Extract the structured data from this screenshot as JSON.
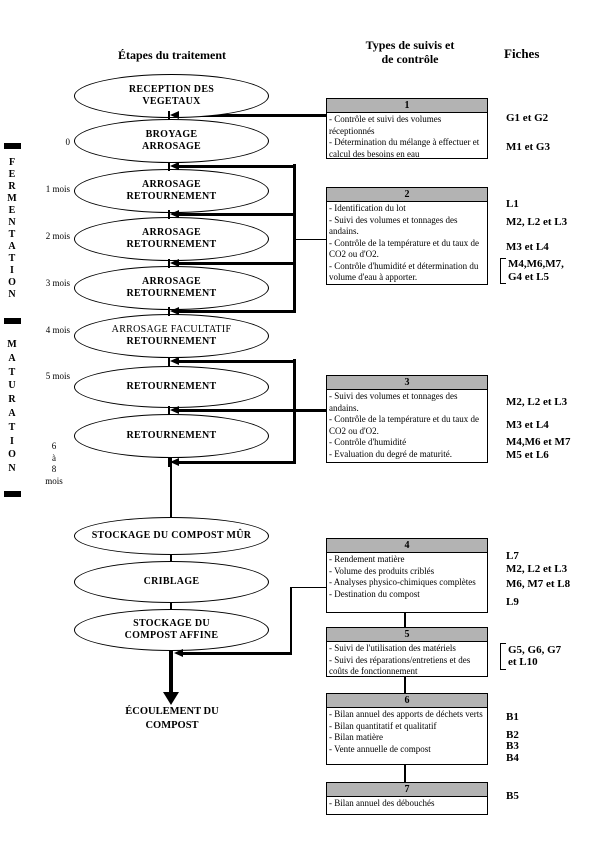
{
  "colors": {
    "header_gray": "#b3b3b3",
    "line": "#000000"
  },
  "headers": {
    "steps_title": "Étapes du traitement",
    "controls_title_line1": "Types de suivis et",
    "controls_title_line2": "de contrôle",
    "fiches_title": "Fiches"
  },
  "phases": {
    "fermentation": "FERMENTATION",
    "maturation": "MATURATION"
  },
  "timeline": [
    "0",
    "1 mois",
    "2 mois",
    "3 mois",
    "4 mois",
    "5 mois",
    "6\nà\n8\nmois"
  ],
  "flow": {
    "steps": [
      {
        "line1": "RECEPTION DES",
        "line2": "VEGETAUX"
      },
      {
        "line1": "BROYAGE",
        "line2": "ARROSAGE"
      },
      {
        "line1": "ARROSAGE",
        "line2": "RETOURNEMENT"
      },
      {
        "line1": "ARROSAGE",
        "line2": "RETOURNEMENT"
      },
      {
        "line1": "ARROSAGE",
        "line2": "RETOURNEMENT"
      },
      {
        "line1": "ARROSAGE FACULTATIF",
        "line2": "RETOURNEMENT"
      },
      {
        "line1": "RETOURNEMENT"
      },
      {
        "line1": "RETOURNEMENT"
      },
      {
        "line1": "STOCKAGE DU COMPOST MÛR"
      },
      {
        "line1": "CRIBLAGE"
      },
      {
        "line1": "STOCKAGE DU",
        "line2": "COMPOST AFFINE"
      }
    ],
    "end_line1": "ÉCOULEMENT DU",
    "end_line2": "COMPOST"
  },
  "control_boxes": [
    {
      "number": "1",
      "items": [
        "- Contrôle et suivi des volumes réceptionnés",
        "- Détermination du mélange à effectuer et calcul des besoins en eau"
      ]
    },
    {
      "number": "2",
      "items": [
        "- Identification du lot",
        "- Suivi des volumes et tonnages des andains.",
        "- Contrôle de la température et du taux de CO2 ou d'O2.",
        "- Contrôle d'humidité et détermination du volume d'eau à apporter."
      ]
    },
    {
      "number": "3",
      "items": [
        "- Suivi des volumes et tonnages des andains.",
        "- Contrôle de la température et du taux de CO2 ou d'O2.",
        "- Contrôle d'humidité",
        "- Evaluation du degré de maturité."
      ]
    },
    {
      "number": "4",
      "items": [
        "- Rendement matière",
        "- Volume des produits criblés",
        "- Analyses physico-chimiques complètes",
        "- Destination du compost"
      ]
    },
    {
      "number": "5",
      "items": [
        "- Suivi de l'utilisation des matériels",
        "- Suivi des réparations/entretiens et des coûts de fonctionnement"
      ]
    },
    {
      "number": "6",
      "items": [
        "- Bilan annuel des apports de déchets verts",
        "- Bilan quantitatif et qualitatif",
        "- Bilan matière",
        "- Vente annuelle de compost"
      ]
    },
    {
      "number": "7",
      "items": [
        "- Bilan annuel des débouchés"
      ]
    }
  ],
  "fiches": [
    "G1 et G2",
    "M1 et G3",
    "L1",
    "M2, L2 et L3",
    "M3 et L4",
    "M4,M6,M7,",
    "G4 et L5",
    "M2, L2 et L3",
    "M3 et L4",
    "M4,M6 et M7",
    "M5 et L6",
    "L7",
    "M2, L2 et L3",
    "M6, M7 et L8",
    "L9",
    "G5, G6, G7",
    "et L10",
    "B1",
    "B2",
    "B3",
    "B4",
    "B5"
  ]
}
